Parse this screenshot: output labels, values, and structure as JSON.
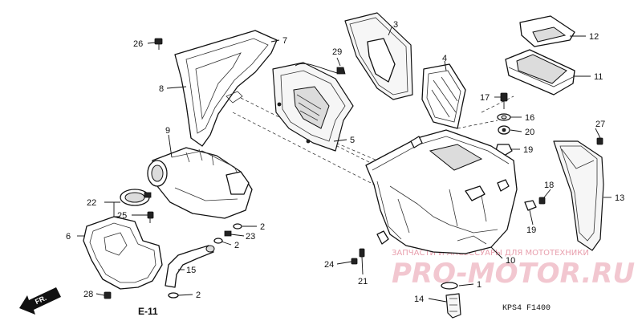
{
  "callouts": {
    "c1": "1",
    "c2a": "2",
    "c2b": "2",
    "c2c": "2",
    "c3": "3",
    "c4": "4",
    "c5": "5",
    "c6": "6",
    "c7": "7",
    "c8": "8",
    "c9": "9",
    "c10": "10",
    "c11": "11",
    "c12": "12",
    "c13": "13",
    "c14": "14",
    "c15": "15",
    "c16": "16",
    "c17": "17",
    "c18": "18",
    "c19a": "19",
    "c19b": "19",
    "c20": "20",
    "c21": "21",
    "c22": "22",
    "c23": "23",
    "c24": "24",
    "c25": "25",
    "c26": "26",
    "c27": "27",
    "c28": "28",
    "c29": "29"
  },
  "direction_label": "FR.",
  "section_ref": "E-11",
  "diagram_code": "KPS4  F1400",
  "watermark": {
    "tagline": "ЗАПЧАСТИ И АКСЕССУАРЫ ДЛЯ МОТОТЕХНИКИ",
    "brand": "PRO-MOTOR.RU"
  }
}
